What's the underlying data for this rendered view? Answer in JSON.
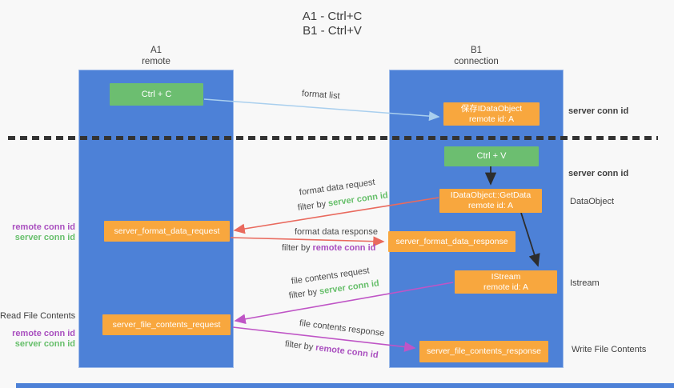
{
  "title": {
    "line1": "A1 - Ctrl+C",
    "line2": "B1 - Ctrl+V"
  },
  "columns": {
    "left": {
      "header_line1": "A1",
      "header_line2": "remote"
    },
    "right": {
      "header_line1": "B1",
      "header_line2": "connection"
    }
  },
  "boxes": {
    "ctrl_c": {
      "label": "Ctrl + C"
    },
    "save_idataobject": {
      "line1": "保存IDataObject",
      "line2": "remote id: A"
    },
    "ctrl_v": {
      "label": "Ctrl + V"
    },
    "getdata": {
      "line1": "IDataObject::GetData",
      "line2": "remote id: A"
    },
    "format_request": {
      "label": "server_format_data_request"
    },
    "format_response": {
      "label": "server_format_data_response"
    },
    "istream": {
      "line1": "IStream",
      "line2": "remote id: A"
    },
    "file_request": {
      "label": "server_file_contents_request"
    },
    "file_response": {
      "label": "server_file_contents_response"
    }
  },
  "flow_labels": {
    "format_list": "format list",
    "format_data_request": "format data request",
    "format_data_response": "format data response",
    "file_contents_request": "file contents request",
    "file_contents_response": "file contents response",
    "filter_by_prefix": "filter by ",
    "server_conn_id": "server conn id",
    "remote_conn_id": "remote conn id"
  },
  "side_labels": {
    "server_conn_id_top": "server conn id",
    "server_conn_id_mid": "server conn id",
    "dataobject": "DataObject",
    "istream": "Istream",
    "write_file_contents": "Write File Contents",
    "read_file_contents": "Read File Contents",
    "remote_conn_id_1": "remote conn id",
    "server_conn_id_1": "server conn id",
    "remote_conn_id_2": "remote conn id",
    "server_conn_id_2": "server conn id"
  },
  "colors": {
    "column_blue": "#4d81d7",
    "box_green": "#6cbe70",
    "box_orange": "#f8a73e",
    "arrow_blue": "#a9cfee",
    "arrow_red": "#e96a5e",
    "arrow_magenta": "#bf55c6",
    "arrow_black": "#2d2d2d",
    "label_green": "#67bf6b",
    "label_purple": "#a94fbf",
    "divider_black": "#333333"
  }
}
